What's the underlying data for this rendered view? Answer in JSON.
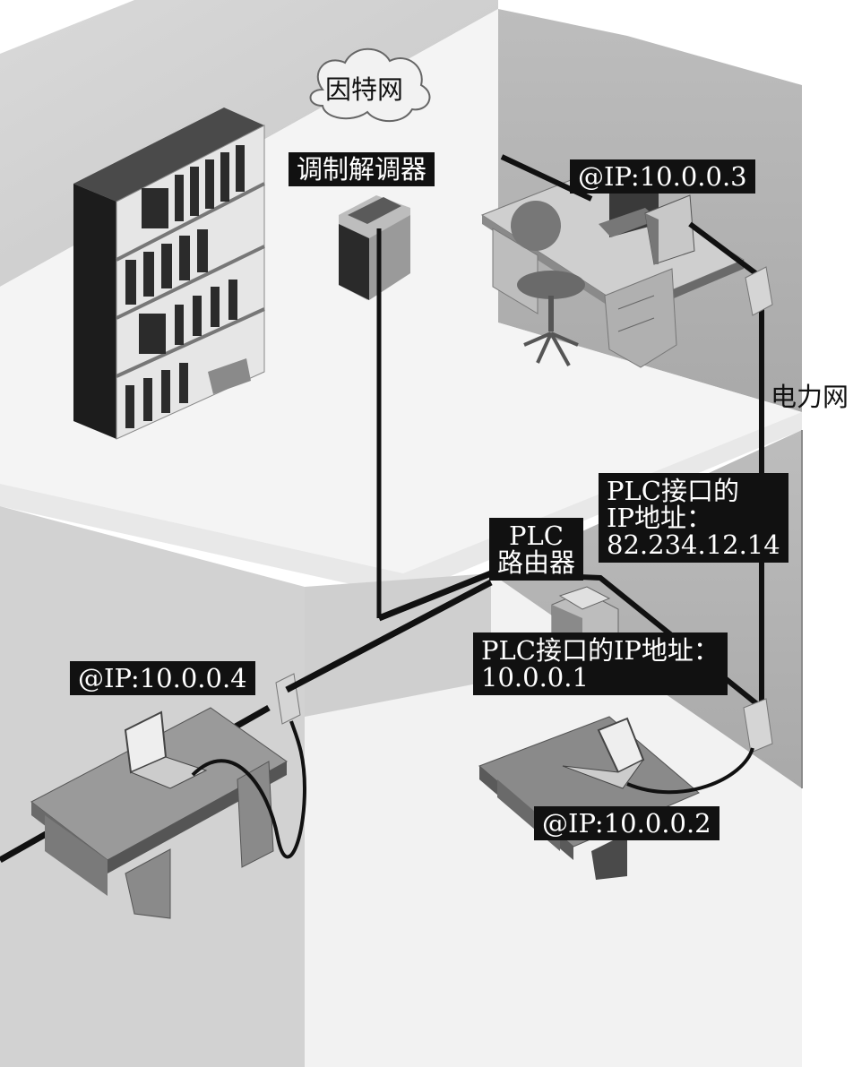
{
  "labels": {
    "internet": "因特网",
    "modem": "调制解调器",
    "ip_3": "@IP:10.0.0.3",
    "power_grid": "电力网",
    "plc_ip_line1": "PLC接口的",
    "plc_ip_line2": "IP地址：",
    "plc_ip_line3": "82.234.12.14",
    "router_line1": "PLC",
    "router_line2": "路由器",
    "lan_ip_line1": "PLC接口的IP地址：",
    "lan_ip_line2": "10.0.0.1",
    "ip_4": "@IP:10.0.0.4",
    "ip_2": "@IP:10.0.0.2"
  }
}
